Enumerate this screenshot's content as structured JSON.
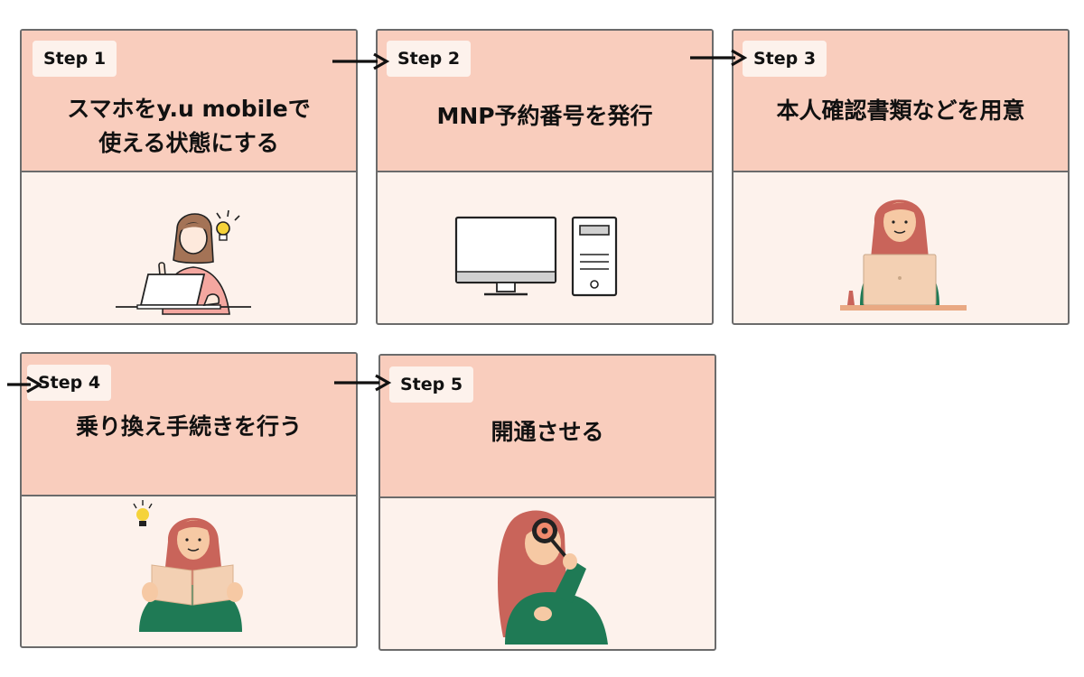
{
  "steps": [
    {
      "badge": "Step 1",
      "title": "スマホをy.u mobileで\n使える状態にする",
      "illustration": "person-laptop-lightbulb-icon"
    },
    {
      "badge": "Step 2",
      "title": "MNP予約番号を発行",
      "illustration": "desktop-computer-icon"
    },
    {
      "badge": "Step 3",
      "title": "本人確認書類などを用意",
      "illustration": "person-laptop-desk-icon"
    },
    {
      "badge": "Step 4",
      "title": "乗り換え手続きを行う",
      "illustration": "person-reading-lightbulb-icon"
    },
    {
      "badge": "Step 5",
      "title": "開通させる",
      "illustration": "person-magnifier-icon"
    }
  ],
  "colors": {
    "header": "#f9cdbd",
    "body": "#fdf2ec",
    "border": "#6b6b6b",
    "hair": "#c9645a",
    "sweater_pink": "#f4a7a0",
    "shirt_green": "#1f7a55"
  }
}
